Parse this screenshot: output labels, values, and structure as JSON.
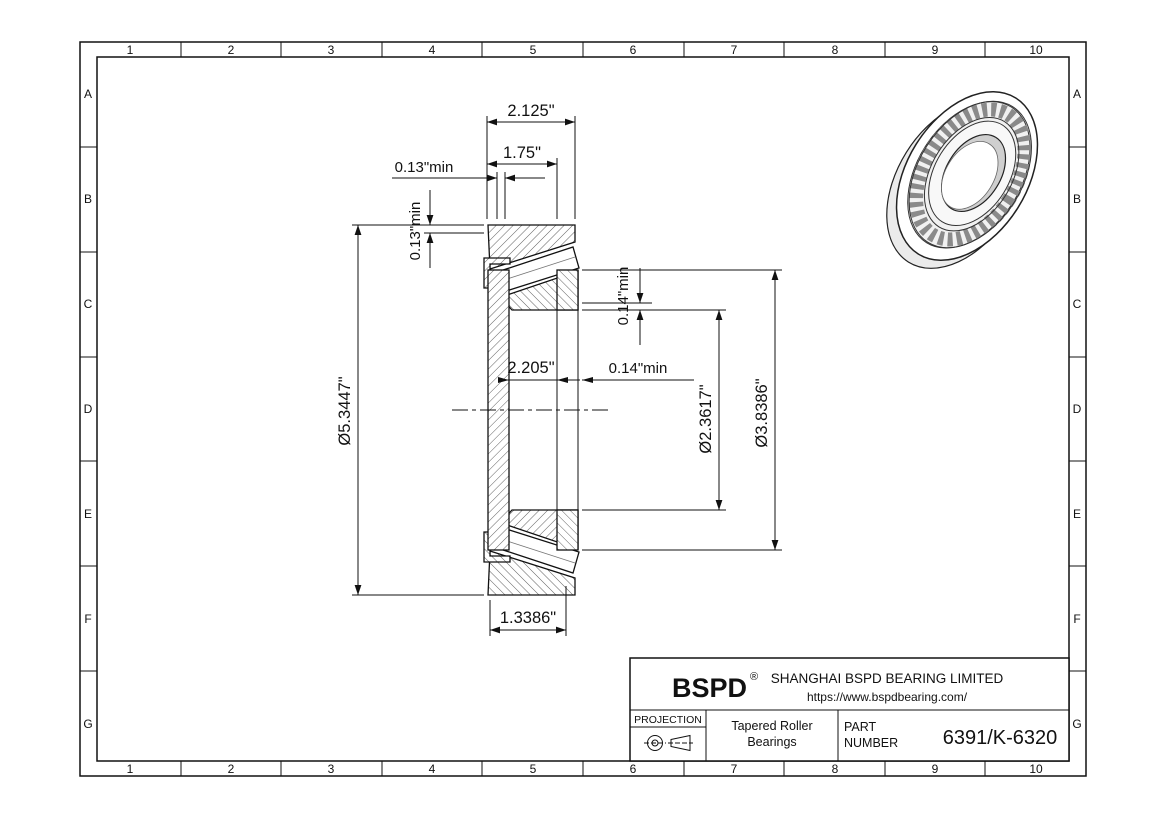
{
  "grid": {
    "cols": [
      "1",
      "2",
      "3",
      "4",
      "5",
      "6",
      "7",
      "8",
      "9",
      "10"
    ],
    "rows": [
      "A",
      "B",
      "C",
      "D",
      "E",
      "F",
      "G"
    ]
  },
  "dimensions": {
    "total_width": "2.125\"",
    "cup_width": "1.75\"",
    "backface_standout_h": "0.13\"min",
    "backface_standout_v": "0.13\"min",
    "front_standout_v": "0.14\"min",
    "front_standout_h": "0.14\"min",
    "spacer_width": "2.205\"",
    "outer_diameter": "Ø5.3447\"",
    "bore_diameter": "Ø2.3617\"",
    "flange_diameter": "Ø3.8386\"",
    "cone_width": "1.3386\""
  },
  "title_block": {
    "brand": "BSPD",
    "brand_reg": "®",
    "company": "SHANGHAI BSPD BEARING LIMITED",
    "website": "https://www.bspdbearing.com/",
    "projection_label": "PROJECTION",
    "product_line1": "Tapered Roller",
    "product_line2": "Bearings",
    "part_label_line1": "PART",
    "part_label_line2": "NUMBER",
    "part_number": "6391/K-6320"
  },
  "colors": {
    "line": "#111111",
    "paper": "#ffffff"
  }
}
